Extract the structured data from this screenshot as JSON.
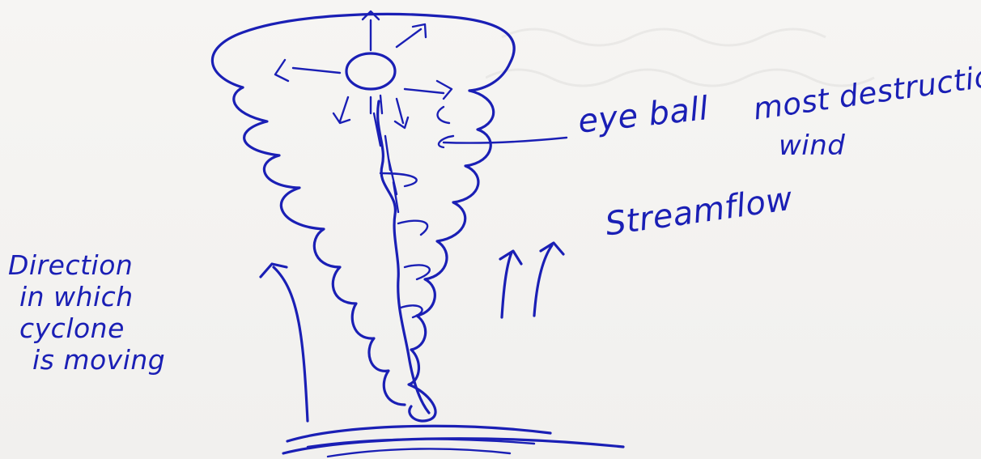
{
  "labels": {
    "eye_ball": "eye ball",
    "most_destruction": "most destruction",
    "wind": "wind",
    "streamflow": "Streamflow",
    "direction_lines": [
      "Direction",
      "in which",
      "cyclone",
      "is moving"
    ]
  },
  "colors": {
    "ink": "#1a1fb5",
    "paper": "#f4f3f1"
  },
  "icons": {
    "outflow_arrows": "arrow-icon",
    "streamflow_arrows": "upward-arrow-icon",
    "direction_arrow": "curved-arrow-icon"
  }
}
